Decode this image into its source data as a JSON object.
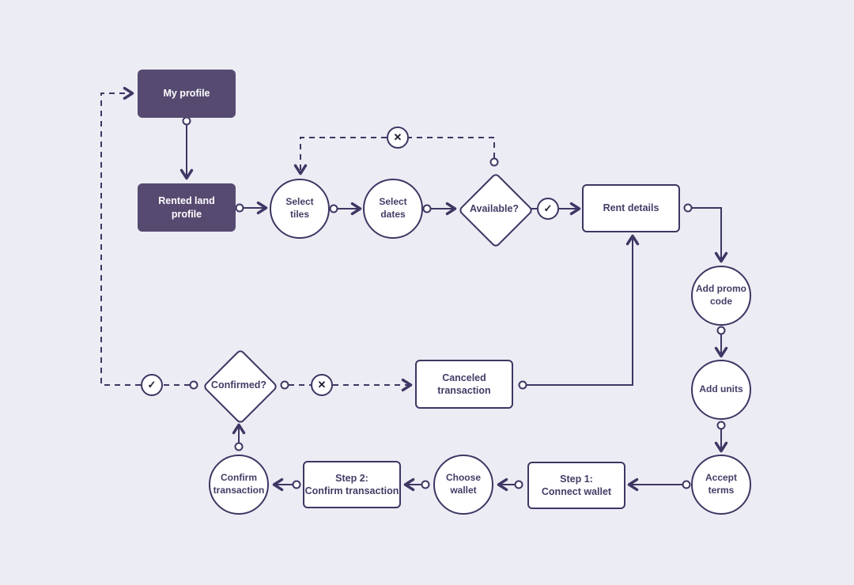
{
  "colors": {
    "background": "#ececf4",
    "line": "#3e3663",
    "dark_node_fill": "#564a71",
    "light_node_fill": "#ffffff",
    "dark_node_text": "#ffffff",
    "light_node_text": "#443c66",
    "badge_glyph": "#1f1b2e"
  },
  "nodes": {
    "my_profile": {
      "label": "My profile"
    },
    "rented_land_profile": {
      "label": "Rented land\nprofile"
    },
    "select_tiles": {
      "label": "Select\ntiles"
    },
    "select_dates": {
      "label": "Select\ndates"
    },
    "available": {
      "label": "Available?"
    },
    "rent_details": {
      "label": "Rent details"
    },
    "add_promo_code": {
      "label": "Add promo\ncode"
    },
    "add_units": {
      "label": "Add units"
    },
    "accept_terms": {
      "label": "Accept\nterms"
    },
    "step1_connect_wallet": {
      "label": "Step 1:\nConnect wallet"
    },
    "choose_wallet": {
      "label": "Choose\nwallet"
    },
    "step2_confirm_transaction": {
      "label": "Step 2:\nConfirm transaction"
    },
    "confirm_transaction": {
      "label": "Confirm\ntransaction"
    },
    "confirmed": {
      "label": "Confirmed?"
    },
    "canceled_transaction": {
      "label": "Canceled\ntransaction"
    }
  },
  "icons": {
    "check": "✓",
    "x": "✕"
  }
}
